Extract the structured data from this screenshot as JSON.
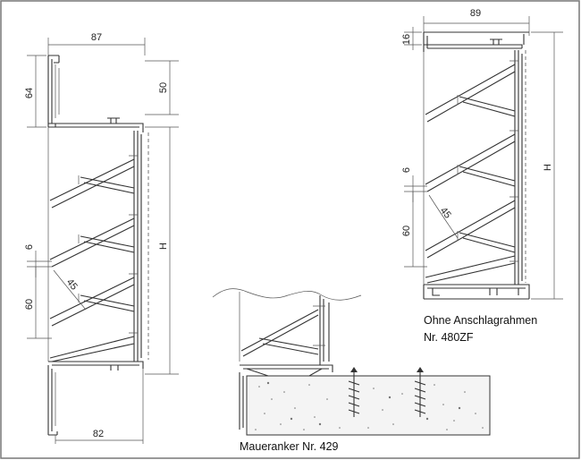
{
  "left_view": {
    "dim_top_width": "87",
    "dim_upper_height": "64",
    "dim_right_top": "50",
    "dim_height": "H",
    "dim_gap": "6",
    "dim_blade": "60",
    "dim_angle": "45",
    "dim_bottom_width": "82"
  },
  "right_view": {
    "dim_top_width": "89",
    "dim_top_height": "16",
    "dim_height": "H",
    "dim_gap": "6",
    "dim_blade": "60",
    "dim_angle": "45",
    "caption_line1": "Ohne Anschlagrahmen",
    "caption_line2": "Nr. 480ZF"
  },
  "detail_view": {
    "caption": "Maueranker Nr. 429"
  },
  "colors": {
    "line": "#333333",
    "frame": "#555555"
  }
}
